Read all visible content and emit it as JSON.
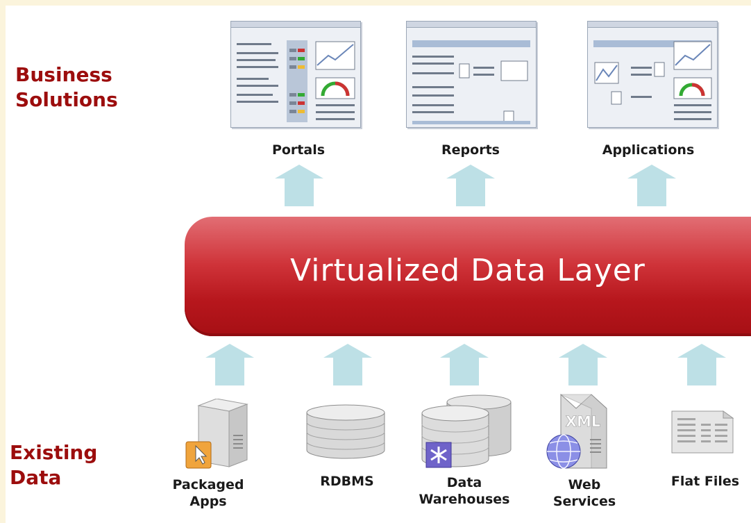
{
  "sections": {
    "top": "Business\nSolutions",
    "bottom": "Existing\nData"
  },
  "solutions": [
    {
      "label": "Portals"
    },
    {
      "label": "Reports"
    },
    {
      "label": "Applications"
    }
  ],
  "layer": {
    "title": "Virtualized Data Layer"
  },
  "sources": [
    {
      "label": "Packaged\nApps"
    },
    {
      "label": "RDBMS"
    },
    {
      "label": "Data\nWarehouses"
    },
    {
      "label": "Web\nServices",
      "badge": "XML"
    },
    {
      "label": "Flat Files"
    }
  ],
  "colors": {
    "label": "#9c0d0d",
    "arrow": "#bde0e6",
    "layer": "#c62a30",
    "background": "#fbf4dc"
  }
}
